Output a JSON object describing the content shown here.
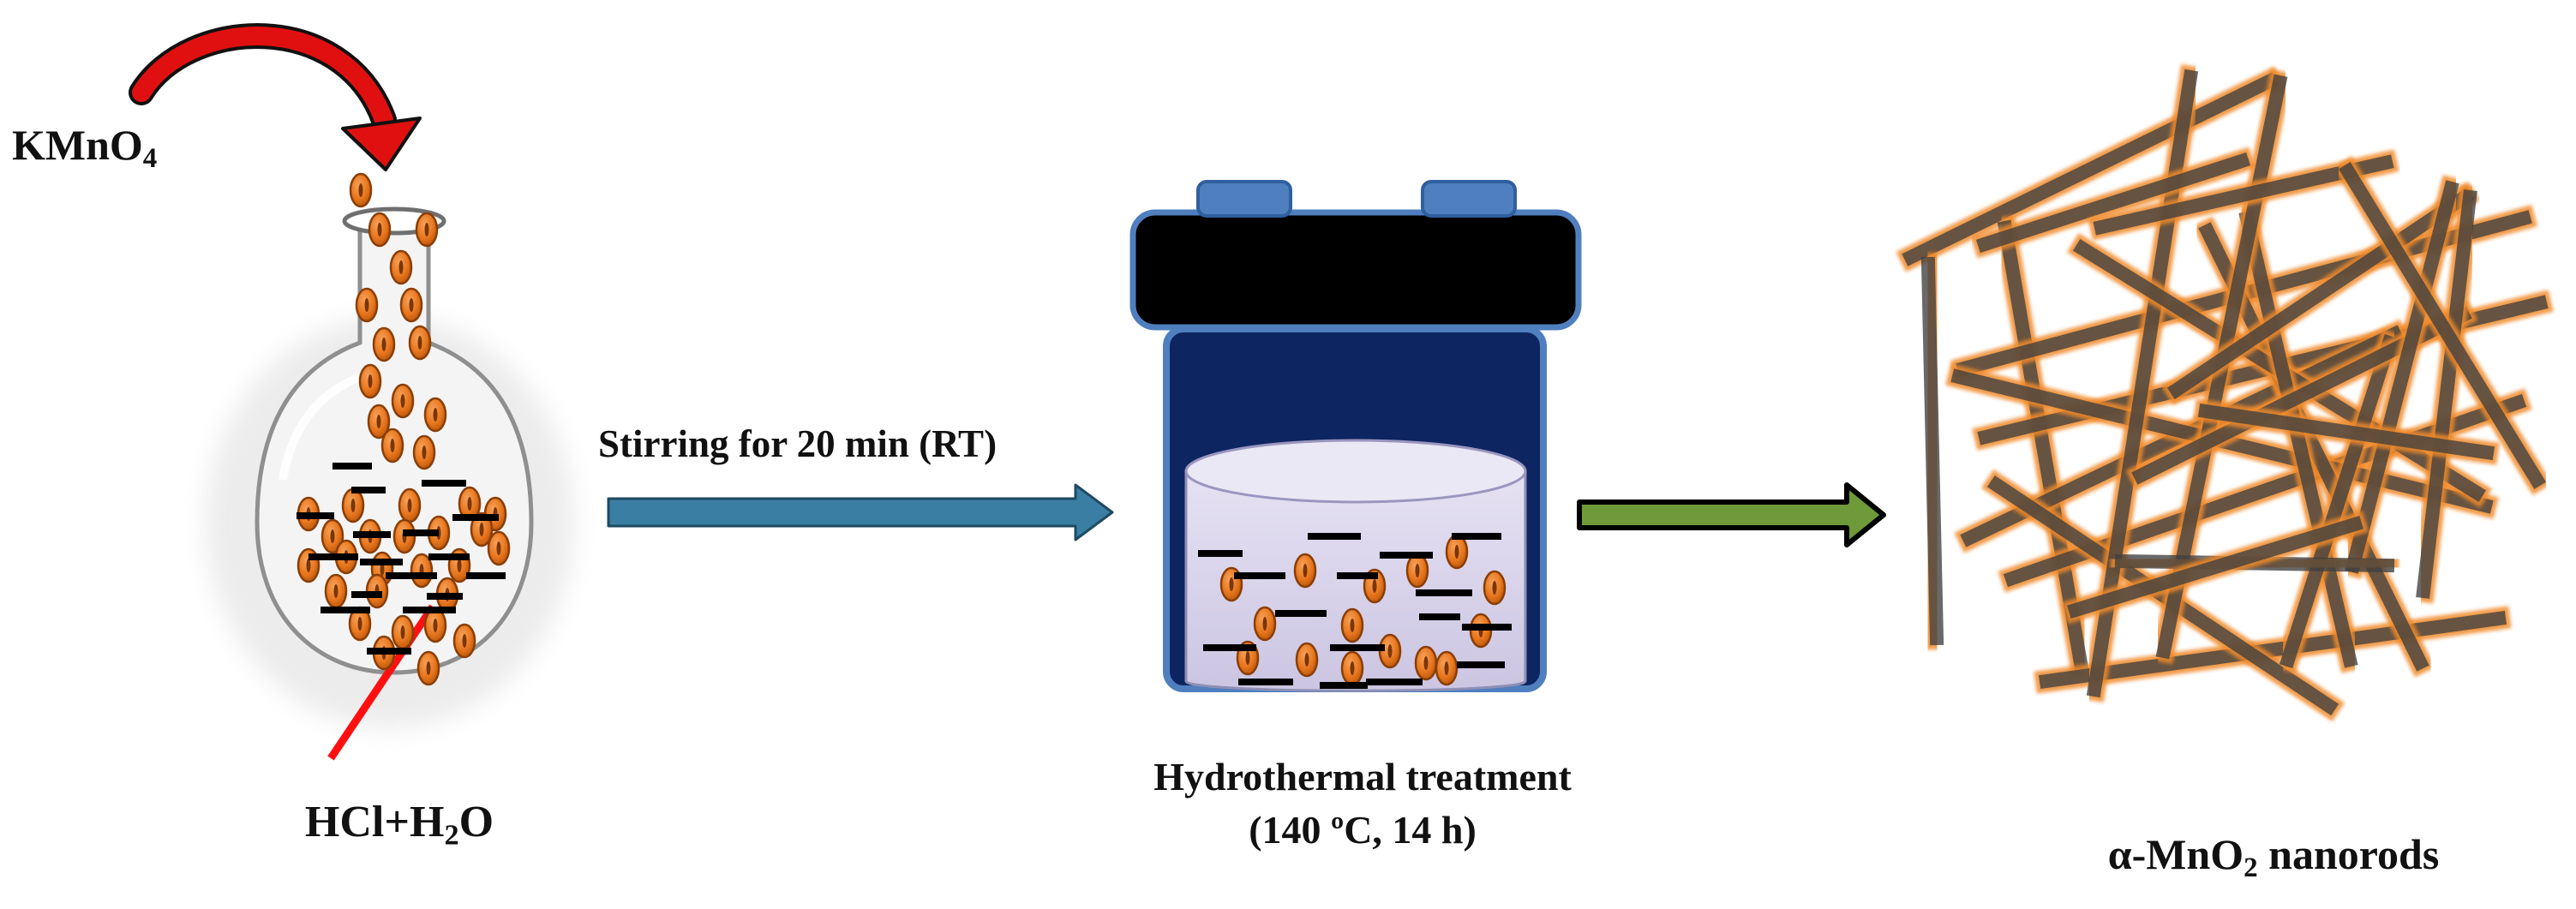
{
  "labels": {
    "reagent_top": {
      "main": "KMnO",
      "sub": "4"
    },
    "reagent_bottom": {
      "main": "HCl+H",
      "sub": "2",
      "tail": "O"
    },
    "step1": "Stirring for 20 min (RT)",
    "step2_line1": "Hydrothermal treatment",
    "step2_line2": "(140 ºC, 14 h)",
    "product": {
      "main": "α-MnO",
      "sub": "2",
      "tail": " nanorods"
    }
  },
  "colors": {
    "curved_arrow": "#e01010",
    "pointer_line": "#ff1010",
    "arrow_step1": "#3a7fa3",
    "arrow_step2": "#6f9a3a",
    "particle": "#e8761d",
    "particle_edge": "#8a3e06",
    "reactor_lid": "#000000",
    "reactor_cap": "#4f7fbf",
    "reactor_body": "#0d2560",
    "liquid": "#d9d4ec",
    "nanorod": "#3f3f3f",
    "nanorod_edge": "#f08a2a"
  }
}
